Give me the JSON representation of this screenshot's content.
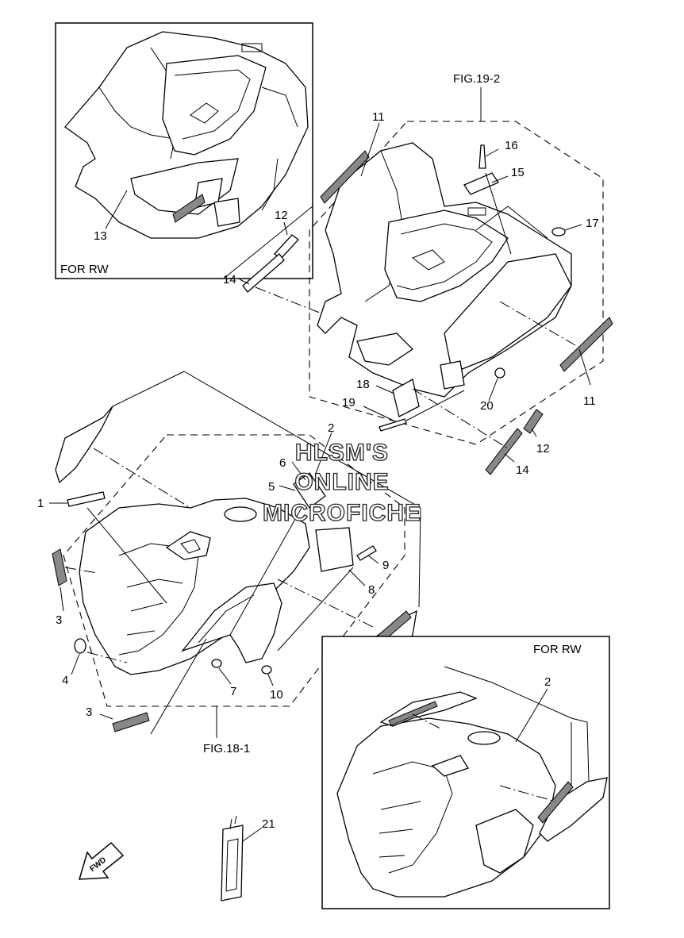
{
  "watermark": [
    "HLSM'S",
    "ONLINE",
    "MICROFICHE"
  ],
  "figure_refs": {
    "top": "FIG.19-2",
    "bottom": "FIG.18-1"
  },
  "insets": {
    "top_left": "FOR RW",
    "bottom_right": "FOR RW"
  },
  "fwd_label": "FWD",
  "part_labels": {
    "p1": "1",
    "p2": "2",
    "p2_inset": "2",
    "p3a": "3",
    "p3b": "3",
    "p4": "4",
    "p5": "5",
    "p6": "6",
    "p7": "7",
    "p8": "8",
    "p9": "9",
    "p10": "10",
    "p11a": "11",
    "p11b": "11",
    "p12a": "12",
    "p12b": "12",
    "p13": "13",
    "p14a": "14",
    "p14b": "14",
    "p15": "15",
    "p16": "16",
    "p17": "17",
    "p18": "18",
    "p19": "19",
    "p20": "20",
    "p21": "21"
  },
  "colors": {
    "line": "#000000",
    "background": "#ffffff",
    "decal_fill": "#888888"
  }
}
